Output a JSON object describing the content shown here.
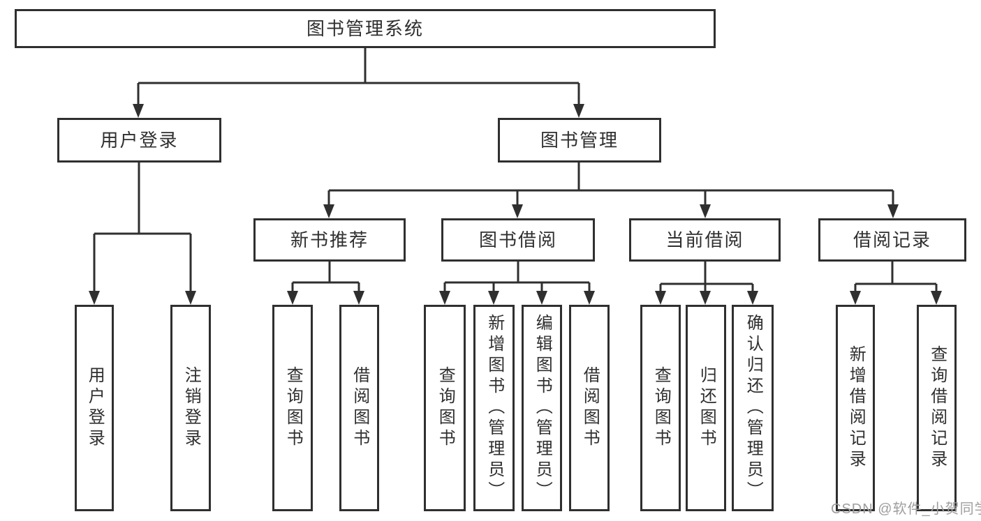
{
  "diagram": {
    "title": "图书管理系统",
    "tree": {
      "label": "图书管理系统",
      "children": [
        {
          "label": "用户登录",
          "children": [
            {
              "label": "用户登录"
            },
            {
              "label": "注销登录"
            }
          ]
        },
        {
          "label": "图书管理",
          "children": [
            {
              "label": "新书推荐",
              "children": [
                {
                  "label": "查询图书"
                },
                {
                  "label": "借阅图书"
                }
              ]
            },
            {
              "label": "图书借阅",
              "children": [
                {
                  "label": "查询图书"
                },
                {
                  "label": "新增图书（管理员）"
                },
                {
                  "label": "编辑图书（管理员）"
                },
                {
                  "label": "借阅图书"
                }
              ]
            },
            {
              "label": "当前借阅",
              "children": [
                {
                  "label": "查询图书"
                },
                {
                  "label": "归还图书"
                },
                {
                  "label": "确认归还（管理员）"
                }
              ]
            },
            {
              "label": "借阅记录",
              "children": [
                {
                  "label": "新增借阅记录"
                },
                {
                  "label": "查询借阅记录"
                }
              ]
            }
          ]
        }
      ]
    },
    "colors": {
      "line": "#2f2f2f",
      "text": "#2f2f2f",
      "background": "#ffffff",
      "watermark": "#9e9e9e"
    }
  },
  "watermark": {
    "text": "CSDN @软件_小贺同学"
  }
}
